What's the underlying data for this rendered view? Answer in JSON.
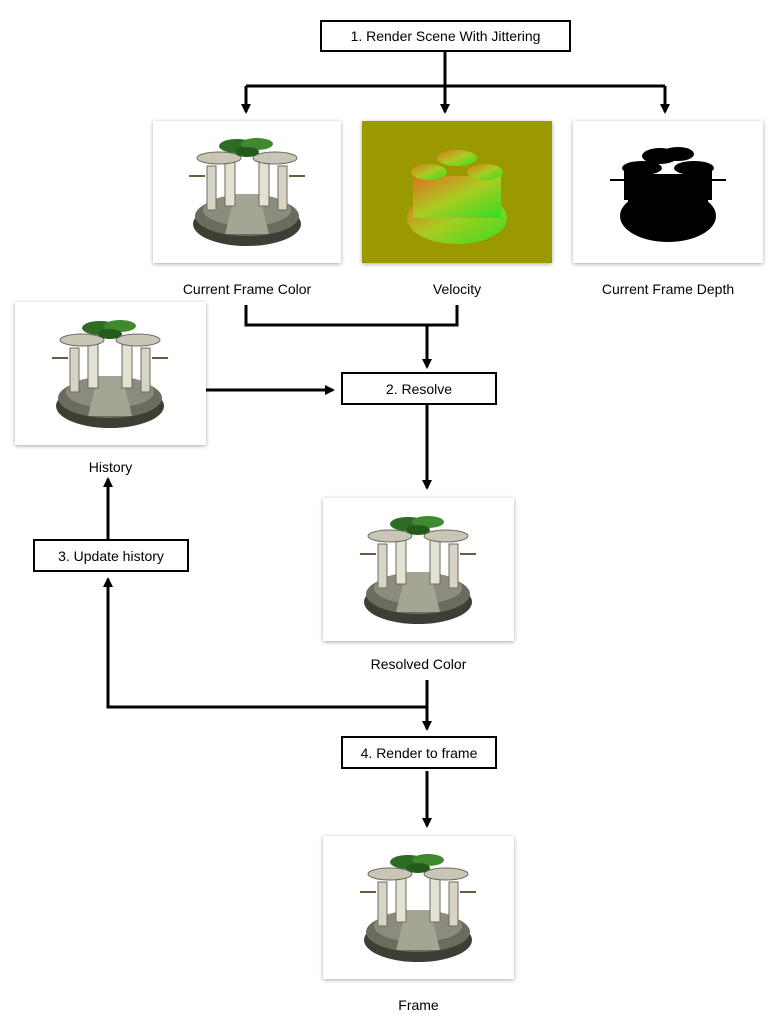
{
  "steps": {
    "render_scene": "1. Render Scene With Jittering",
    "resolve": "2. Resolve",
    "update_history": "3. Update history",
    "render_to_frame": "4. Render to frame"
  },
  "captions": {
    "current_frame_color": "Current Frame Color",
    "velocity": "Velocity",
    "current_frame_depth": "Current Frame Depth",
    "history": "History",
    "resolved_color": "Resolved Color",
    "frame": "Frame"
  },
  "colors": {
    "arrow": "#000000",
    "velocity_bg": "#9a9a00",
    "velocity_green": "#33dd22",
    "velocity_orange": "#e07020",
    "depth_silhouette": "#000000"
  }
}
